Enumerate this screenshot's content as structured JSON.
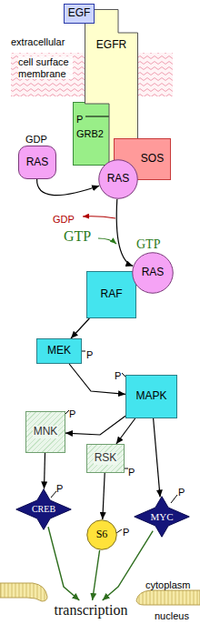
{
  "diagram": {
    "nodes": [
      {
        "text": [
          "EGF"
        ]
      },
      {
        "text": [
          "EGFR"
        ]
      },
      {
        "text": [
          "GRB2"
        ]
      },
      {
        "text": [
          "SOS"
        ]
      },
      {
        "text": [
          "RAS"
        ]
      },
      {
        "text": [
          "RAS"
        ]
      },
      {
        "text": [
          "RAS"
        ]
      },
      {
        "text": [
          "RAF"
        ]
      },
      {
        "text": [
          "MEK"
        ]
      },
      {
        "text": [
          "MAPK"
        ]
      },
      {
        "text": [
          "MNK"
        ]
      },
      {
        "text": [
          "RSK"
        ]
      },
      {
        "text": [
          "CREB"
        ]
      },
      {
        "text": [
          "S6"
        ]
      },
      {
        "text": [
          "MYC"
        ]
      },
      {
        "text": [
          "transcription"
        ]
      }
    ],
    "edges": [
      {
        "from": 4,
        "to": 5,
        "arrow": "to"
      },
      {
        "from": 5,
        "to": 6,
        "arrow": "to"
      },
      {
        "from": 7,
        "to": 8,
        "arrow": "to"
      },
      {
        "from": 8,
        "to": 9,
        "arrow": "to"
      },
      {
        "from": 9,
        "to": 10,
        "arrow": "to"
      },
      {
        "from": 9,
        "to": 11,
        "arrow": "to"
      },
      {
        "from": 9,
        "to": 14,
        "arrow": "to"
      },
      {
        "from": 10,
        "to": 12,
        "arrow": "to"
      },
      {
        "from": 11,
        "to": 13,
        "arrow": "to"
      },
      {
        "from": 12,
        "to": 15,
        "arrow": "to"
      },
      {
        "from": 13,
        "to": 15,
        "arrow": "to"
      },
      {
        "from": 14,
        "to": 15,
        "arrow": "to"
      }
    ],
    "labels": [
      "extracellular",
      "cell surface membrane",
      "P",
      "GDP",
      "GDP",
      "GTP",
      "GTP",
      "P",
      "P",
      "P",
      "P",
      "P",
      "P",
      "P",
      "cytoplasm",
      "nucleus"
    ]
  }
}
